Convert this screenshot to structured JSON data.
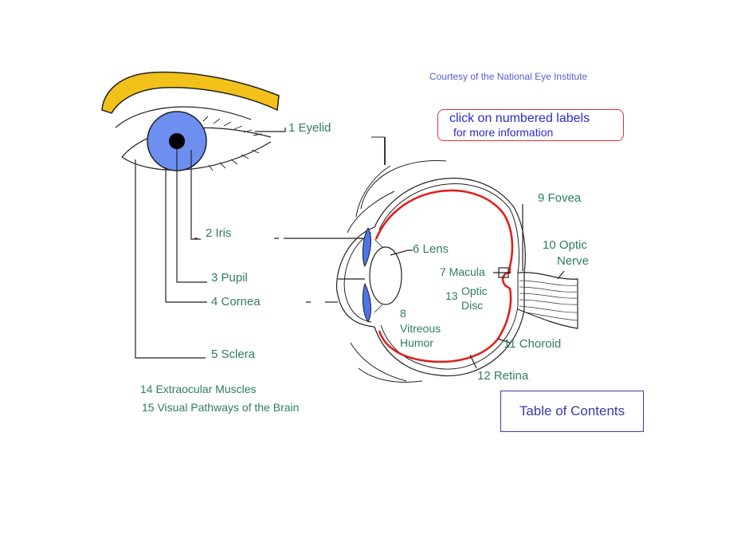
{
  "credit": "Courtesy of the National Eye Institute",
  "hint": {
    "line1": "click on numbered labels",
    "line2": "for more information"
  },
  "labels": {
    "eyelid": "1  Eyelid",
    "iris": "2  Iris",
    "pupil": "3   Pupil",
    "cornea": "4   Cornea",
    "sclera": "5    Sclera",
    "lens": "6 Lens",
    "macula": "7 Macula",
    "vitreous_num": "8",
    "vitreous_1": "Vitreous",
    "vitreous_2": "Humor",
    "fovea": "9  Fovea",
    "optic_nerve_1": "10  Optic",
    "optic_nerve_2": "Nerve",
    "choroid": "11 Choroid",
    "retina": "12  Retina",
    "optic_disc_num": "13",
    "optic_disc_1": "Optic",
    "optic_disc_2": "Disc",
    "extraocular": "14 Extraocular Muscles",
    "visual_pathways": "15 Visual Pathways of the Brain"
  },
  "toc": "Table of Contents",
  "colors": {
    "eyebrow": "#f2c21a",
    "iris": "#6c8ff0",
    "retina": "#e02020",
    "lens_blue": "#4a74e8",
    "label_text": "#2e7d5b",
    "hint_border": "#dd3333",
    "hint_text": "#2a2ad0",
    "toc_border": "#3b3bb0",
    "credit_text": "#5b5bd6"
  }
}
